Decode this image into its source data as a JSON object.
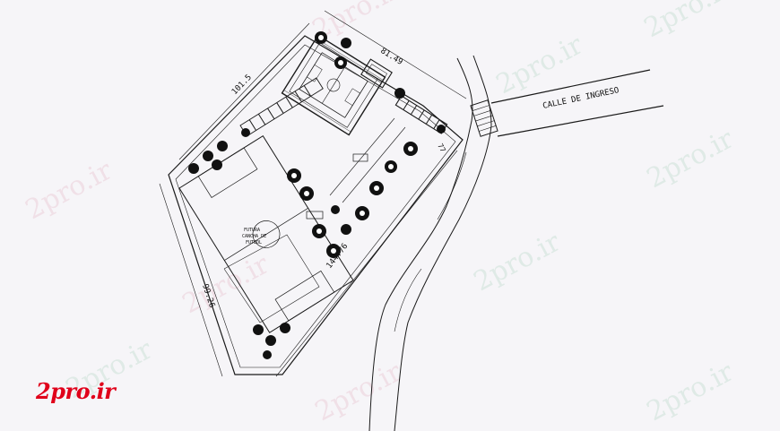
{
  "plan": {
    "street_label": "CALLE DE INGRESO",
    "dim_top_left": "101.5",
    "dim_top_right": "81.49",
    "dim_right_short": "77",
    "dim_left": "99.26",
    "dim_bottom": "144.76",
    "field_label_1": "FUTURA",
    "field_label_2": "CANCHA DE",
    "field_label_3": "FUTBOL"
  },
  "watermark": {
    "text": "2pro.ir",
    "logo_text": "2pro.ir"
  },
  "colors": {
    "line": "#1a1a1a",
    "logo": "#e0001a"
  }
}
